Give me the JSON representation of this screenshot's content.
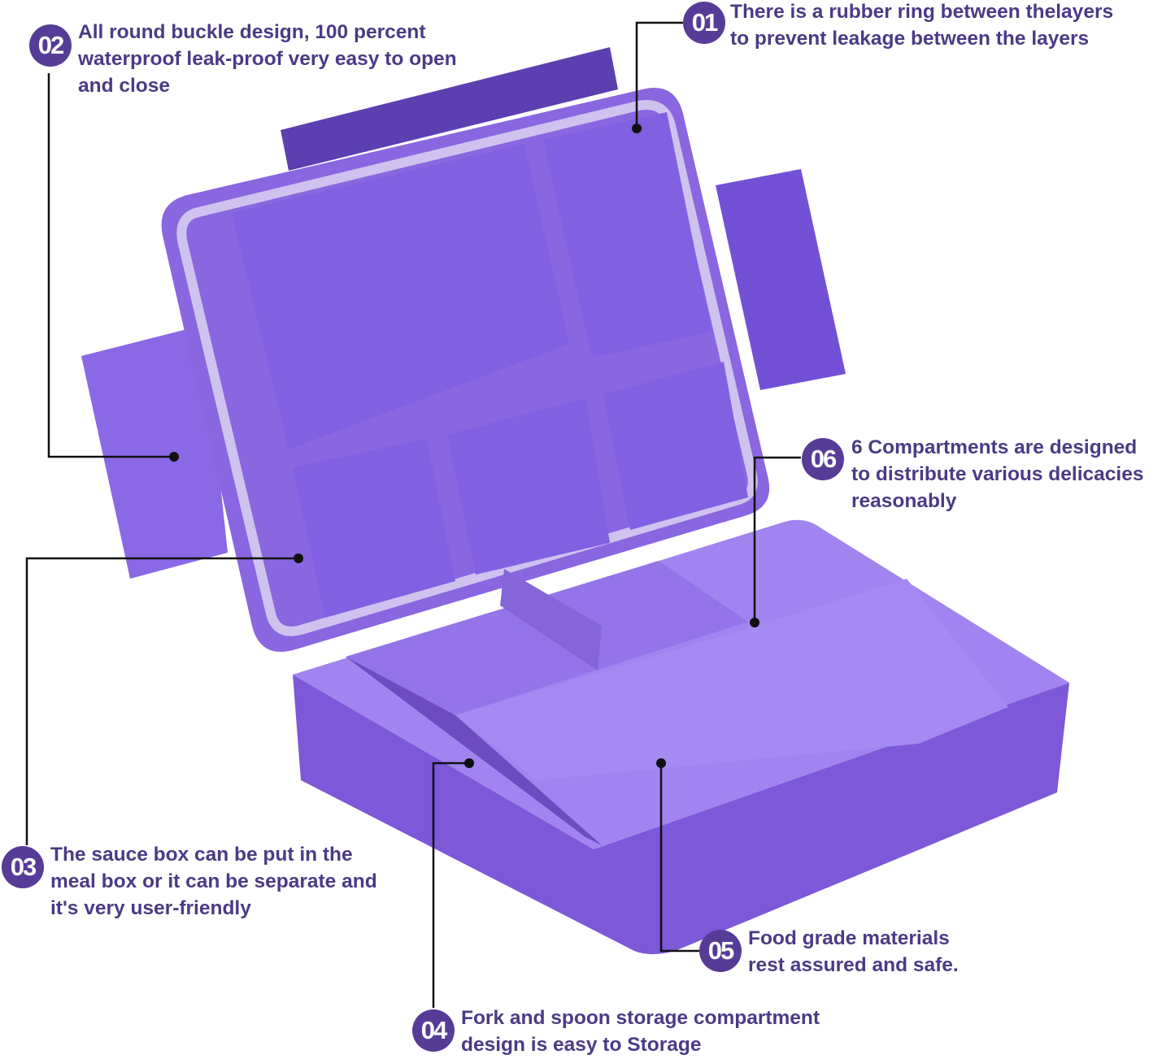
{
  "colors": {
    "accent": "#563c97",
    "text": "#4b3a86",
    "box": "#8a66e0"
  },
  "callouts": [
    {
      "num": "01",
      "text": "There is a rubber ring between thelayers\nto prevent leakage between the layers"
    },
    {
      "num": "02",
      "text": "All round buckle design, 100 percent\nwaterproof leak-proof very easy to open\nand close"
    },
    {
      "num": "03",
      "text": "The sauce box can be put in the\nmeal box or it can be separate and\nit's very user-friendly"
    },
    {
      "num": "04",
      "text": "Fork and spoon storage compartment\ndesign is easy to Storage"
    },
    {
      "num": "05",
      "text": "Food grade materials\nrest assured and safe."
    },
    {
      "num": "06",
      "text": "6 Compartments are designed\nto distribute various delicacies\nreasonably"
    }
  ]
}
